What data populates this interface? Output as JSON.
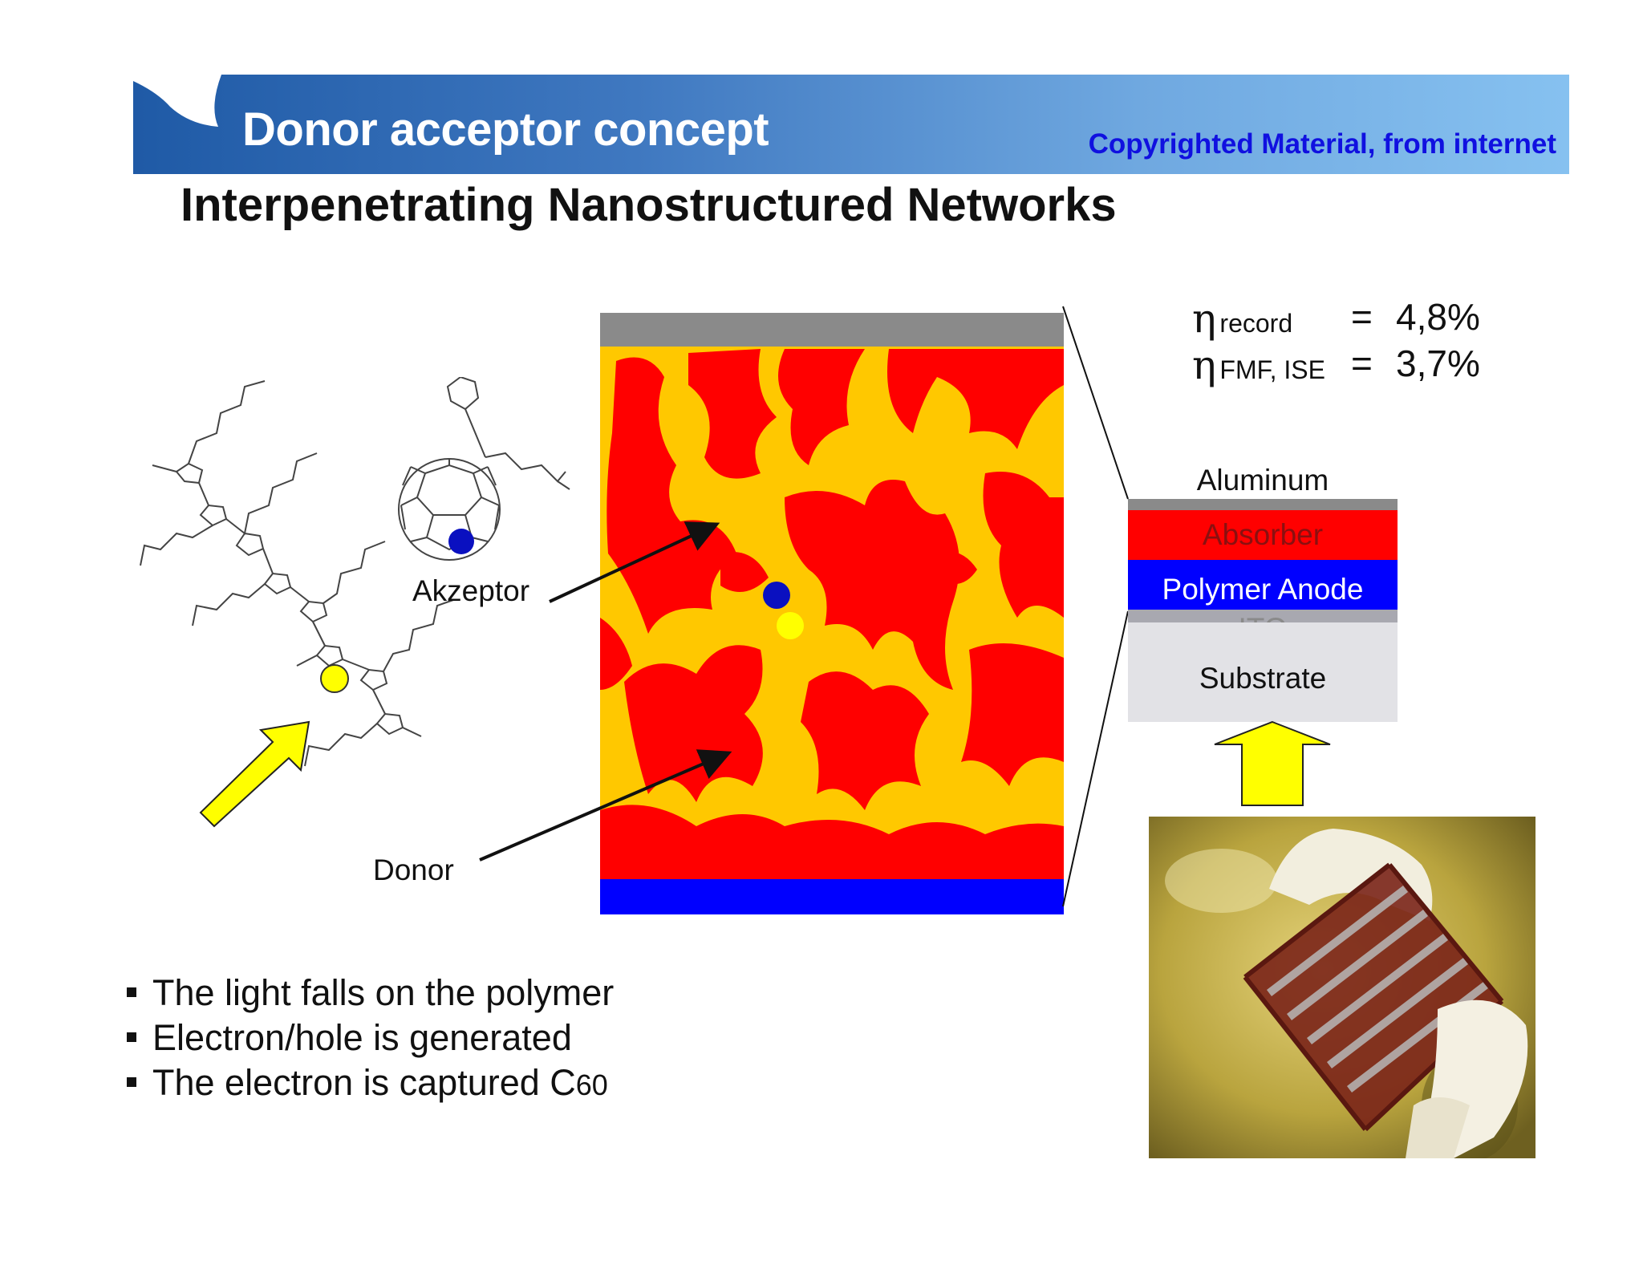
{
  "header": {
    "title": "Donor acceptor concept",
    "copyright": "Copyrighted Material, from internet"
  },
  "subtitle": "Interpenetrating Nanostructured Networks",
  "molecule_labels": {
    "acceptor": "Akzeptor",
    "donor": "Donor"
  },
  "efficiency": {
    "symbol": "η",
    "rows": [
      {
        "subscript": "record",
        "equals": "=",
        "value": "4,8%"
      },
      {
        "subscript": "FMF, ISE",
        "equals": "=",
        "value": "3,7%"
      }
    ]
  },
  "layer_stack": {
    "top_label": "Aluminum",
    "layers": [
      {
        "label": "Absorber",
        "color": "#ff0000",
        "text_color": "#8a1010"
      },
      {
        "label": "Polymer Anode",
        "color": "#0000ff",
        "text_color": "#ffffff"
      },
      {
        "label": "ITO",
        "color": "#a8a8b0",
        "text_color": "#8a8a8a"
      },
      {
        "label": "Substrate",
        "color": "#e2e2e6",
        "text_color": "#111111"
      }
    ]
  },
  "bullets": [
    {
      "text": "The light falls on the polymer"
    },
    {
      "text": "Electron/hole is generated"
    },
    {
      "text": "The electron is captured C",
      "suffix": "60"
    }
  ],
  "colors": {
    "banner_start": "#1f5aa6",
    "banner_end": "#86c1f0",
    "donor_red": "#ff0000",
    "acceptor_yellow": "#ffc800",
    "electrode_blue": "#0000ff",
    "electrode_gray": "#8a8a8a",
    "highlight_yellow": "#ffff00",
    "electron_blue": "#0a10c0"
  },
  "icons": {
    "light_arrow": "light-arrow-icon",
    "up_arrow": "up-arrow-icon",
    "electron": "electron-dot-icon",
    "hole": "hole-dot-icon"
  }
}
